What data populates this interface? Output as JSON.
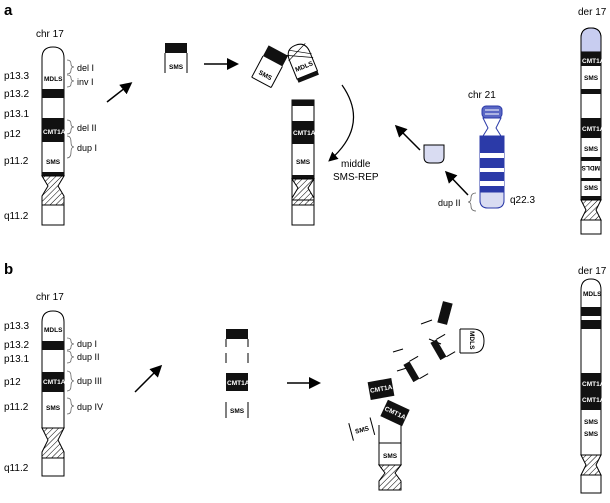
{
  "panel_a": {
    "letter": "a",
    "chr_label": "chr 17",
    "der_label": "der 17",
    "chr21_label": "chr 21",
    "bands": [
      "p13.3",
      "p13.2",
      "p13.1",
      "p12",
      "p11.2",
      "q11.2"
    ],
    "brackets": [
      "del I",
      "inv I",
      "del II",
      "dup I",
      "dup II"
    ],
    "genes": {
      "mdls": "MDLS",
      "cmt1a": "CMT1A",
      "sms": "SMS",
      "mdls_inverted": "MDLS"
    },
    "middle_label_1": "middle",
    "middle_label_2": "SMS-REP",
    "q22_label": "q22.3"
  },
  "panel_b": {
    "letter": "b",
    "chr_label": "chr 17",
    "der_label": "der 17",
    "bands": [
      "p13.3",
      "p13.2",
      "p13.1",
      "p12",
      "p11.2",
      "q11.2"
    ],
    "brackets": [
      "dup I",
      "dup II",
      "dup III",
      "dup IV"
    ],
    "genes": {
      "mdls": "MDLS",
      "cmt1a": "CMT1A",
      "sms": "SMS"
    }
  },
  "colors": {
    "band": "#111111",
    "chr21_blue": "#2b3aa8",
    "chr21_light": "#d9dcf2",
    "der_cap": "#c8cdf0"
  }
}
